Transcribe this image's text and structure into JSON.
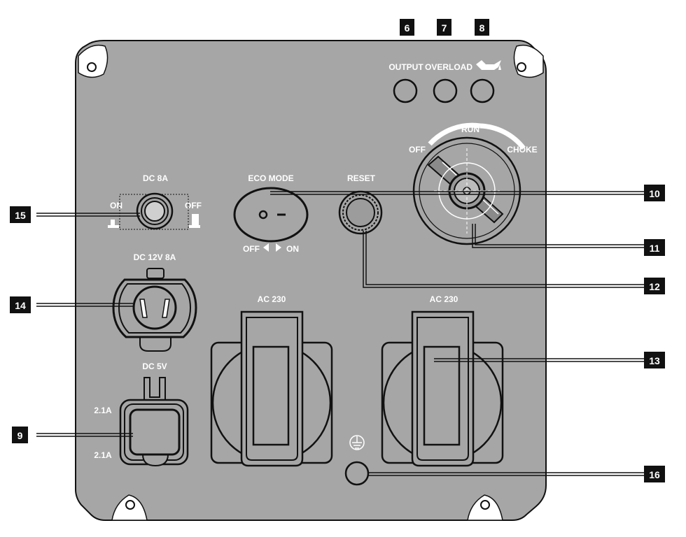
{
  "panel": {
    "indicators": {
      "output": "OUTPUT",
      "overload": "OVERLOAD",
      "oil_icon": "oil-can-icon"
    },
    "choke_knob": {
      "run": "RUN",
      "off": "OFF",
      "choke": "CHOKE"
    },
    "dc_breaker": {
      "title": "DC 8A",
      "on": "ON",
      "off": "OFF"
    },
    "eco_mode": {
      "title": "ECO MODE",
      "off": "OFF",
      "on": "ON"
    },
    "reset": {
      "title": "RESET"
    },
    "dc_12v": {
      "title": "DC 12V 8A"
    },
    "ac_left": {
      "title": "AC 230"
    },
    "ac_right": {
      "title": "AC 230"
    },
    "usb": {
      "title": "DC 5V",
      "port_1": "2.1A",
      "port_2": "2.1A"
    },
    "ground_icon": "ground-icon"
  },
  "callouts": {
    "c6": "6",
    "c7": "7",
    "c8": "8",
    "c9": "9",
    "c10": "10",
    "c11": "11",
    "c12": "12",
    "c13": "13",
    "c14": "14",
    "c15": "15",
    "c16": "16"
  },
  "colors": {
    "panel": "#a6a6a6",
    "outline": "#111111",
    "label": "#ffffff",
    "callout_box": "#111111",
    "background": "#ffffff"
  }
}
